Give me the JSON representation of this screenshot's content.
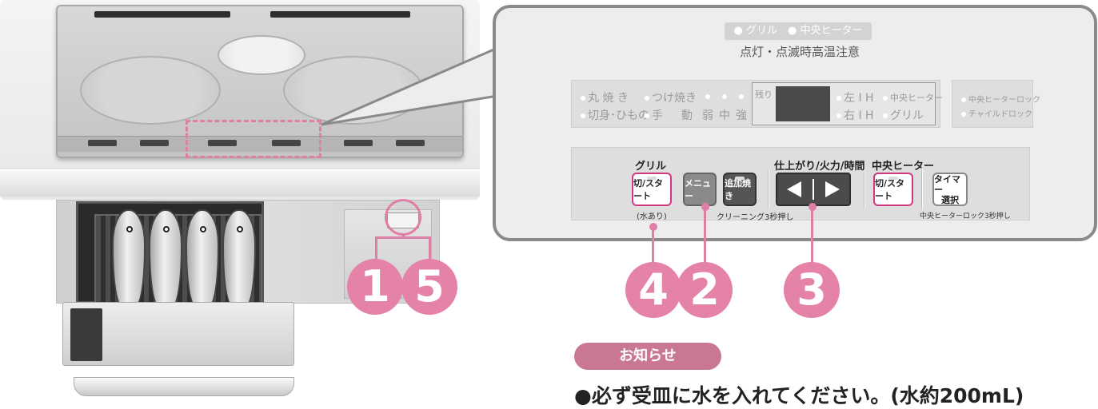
{
  "callout": {
    "indicator_legend": "● グリル　● 中央ヒーター",
    "warning": "点灯・点滅時高温注意",
    "indicators": {
      "maru_yaki": "丸 焼 き",
      "tsukeyaki": "つけ焼き",
      "kirimi": "切身･ひもの",
      "te": "手",
      "dou": "動",
      "jaku": "弱",
      "chuu": "中",
      "kyou": "強",
      "remaining": "残り",
      "left_ih": "左 I H",
      "right_ih": "右 I H",
      "center_heater": "中央ヒーター",
      "grill": "グリル",
      "center_heater_lock": "中央ヒーターロック",
      "child_lock": "チャイルドロック"
    },
    "keys": {
      "grill_title": "グリル",
      "grill_start": "切/スタート",
      "grill_note": "(水あり)",
      "menu": "メニュー",
      "extra_bake": "追加焼き",
      "cleaning_note": "クリーニング3秒押し",
      "adjust_title": "仕上がり/火力/時間",
      "center_title": "中央ヒーター",
      "center_start": "切/スタート",
      "timer_line1": "タイマー",
      "timer_line2": "選択",
      "lock_note": "中央ヒーターロック3秒押し"
    }
  },
  "badges": {
    "one": "1",
    "five": "5",
    "four": "4",
    "two": "2",
    "three": "3"
  },
  "notice": {
    "label": "お知らせ",
    "text": "●必ず受皿に水を入れてください。(水約200mL)"
  },
  "colors": {
    "accent_pink": "#e582a8",
    "notice_badge": "#c97792",
    "panel_bg": "#ededed",
    "panel_border": "#8a8a8a"
  }
}
